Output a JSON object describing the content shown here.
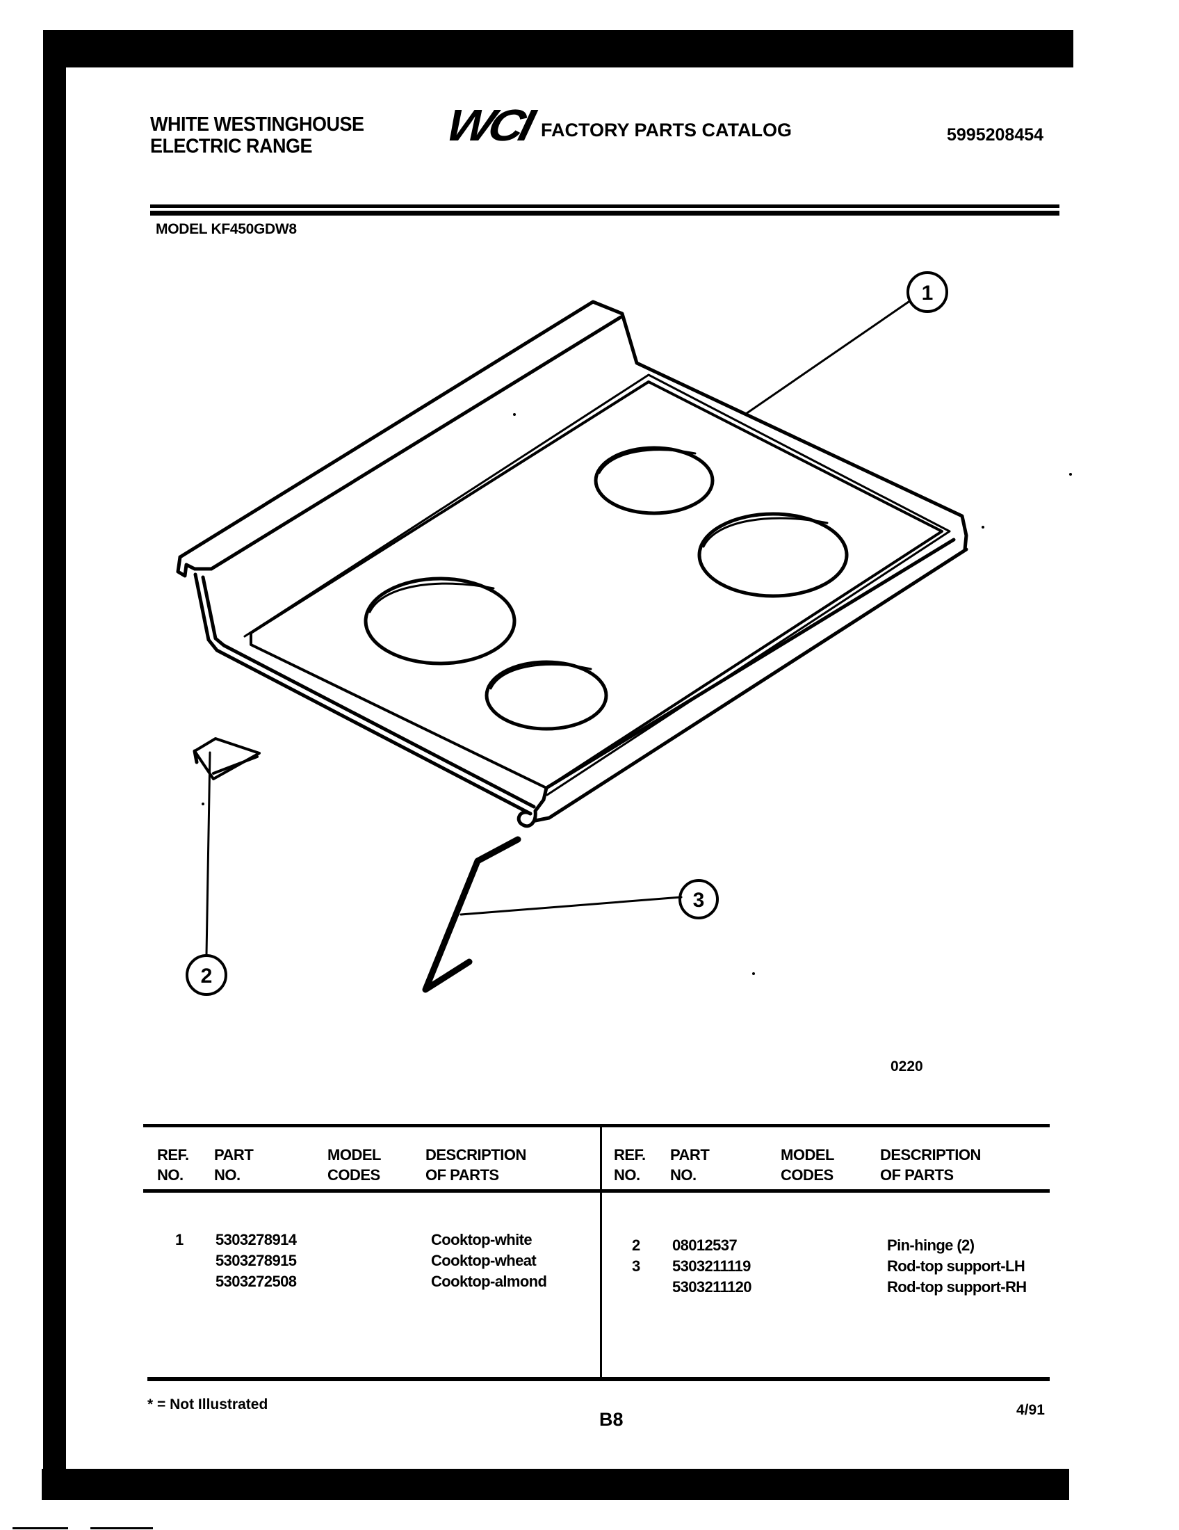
{
  "header": {
    "brand_line1": "WHITE WESTINGHOUSE",
    "brand_line2": "ELECTRIC RANGE",
    "logo": "WCI",
    "catalog_title": "FACTORY PARTS CATALOG",
    "catalog_number": "5995208454",
    "model_label": "MODEL KF450GDW8"
  },
  "diagram": {
    "figure_code": "0220",
    "callouts": [
      {
        "ref": "1",
        "part": "cooktop"
      },
      {
        "ref": "2",
        "part": "pin-hinge"
      },
      {
        "ref": "3",
        "part": "rod-top support"
      }
    ]
  },
  "parts_table": {
    "columns": [
      {
        "line1": "REF.",
        "line2": "NO."
      },
      {
        "line1": "PART",
        "line2": "NO."
      },
      {
        "line1": "MODEL",
        "line2": "CODES"
      },
      {
        "line1": "DESCRIPTION",
        "line2": "OF PARTS"
      }
    ],
    "left": [
      {
        "ref": "1",
        "part_no": "5303278914",
        "model_codes": "",
        "description": "Cooktop-white"
      },
      {
        "ref": "",
        "part_no": "5303278915",
        "model_codes": "",
        "description": "Cooktop-wheat"
      },
      {
        "ref": "",
        "part_no": "5303272508",
        "model_codes": "",
        "description": "Cooktop-almond"
      }
    ],
    "right": [
      {
        "ref": "2",
        "part_no": "08012537",
        "model_codes": "",
        "description": "Pin-hinge (2)"
      },
      {
        "ref": "3",
        "part_no": "5303211119",
        "model_codes": "",
        "description": "Rod-top support-LH"
      },
      {
        "ref": "",
        "part_no": "5303211120",
        "model_codes": "",
        "description": "Rod-top support-RH"
      }
    ]
  },
  "footer": {
    "note": "* = Not Illustrated",
    "page": "B8",
    "date": "4/91"
  }
}
